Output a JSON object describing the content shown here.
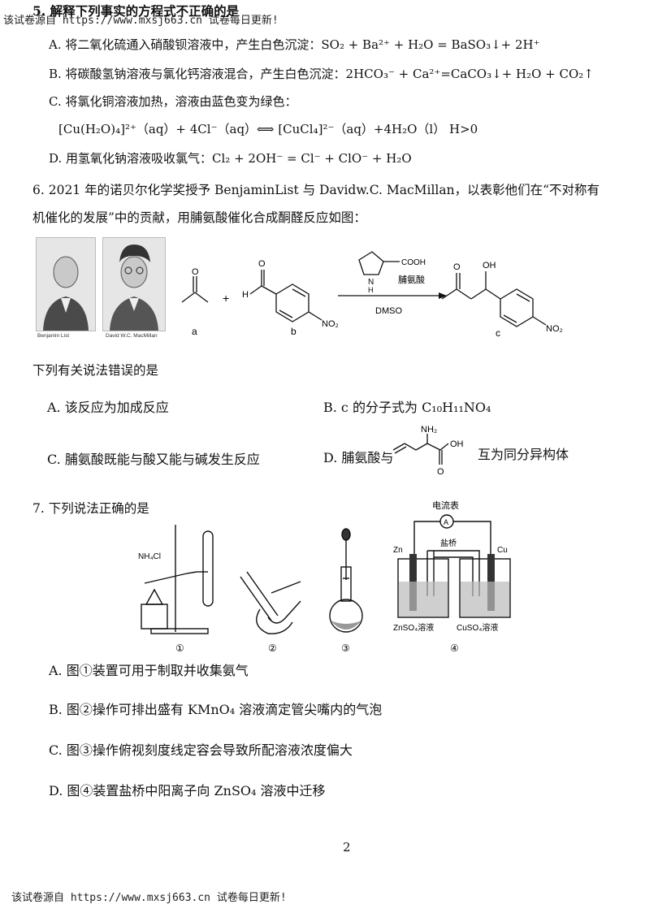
{
  "watermark_top": "该试卷源自 https://www.mxsj663.cn 试卷每日更新!",
  "watermark_bottom": "该试卷源自 https://www.mxsj663.cn 试卷每日更新!",
  "page_number": "2",
  "q5": {
    "title": "5. 解释下列事实的方程式不正确的是",
    "options": {
      "A": "A. 将二氧化硫通入硝酸钡溶液中，产生白色沉淀：SO₂ + Ba²⁺ + H₂O = BaSO₃↓+ 2H⁺",
      "B": "B. 将碳酸氢钠溶液与氯化钙溶液混合，产生白色沉淀：2HCO₃⁻ + Ca²⁺=CaCO₃↓+ H₂O + CO₂↑",
      "C": "C. 将氯化铜溶液加热，溶液由蓝色变为绿色：",
      "C_eq": "[Cu(H₂O)₄]²⁺（aq）+ 4Cl⁻（aq）⟺ [CuCl₄]²⁻（aq）+4H₂O（l）  H>0",
      "D": "D. 用氢氧化钠溶液吸收氯气：Cl₂ + 2OH⁻ = Cl⁻ + ClO⁻ + H₂O"
    }
  },
  "q6": {
    "title_line1": "6. 2021 年的诺贝尔化学奖授予 BenjaminList 与 Davidw.C. MacMillan，以表彰他们在“不对称有",
    "title_line2": "机催化的发展”中的贡献，用脯氨酸催化合成酮醛反应如图：",
    "photo1_caption": "Benjamin List",
    "photo2_caption": "David W.C. MacMillan",
    "label_a": "a",
    "label_b": "b",
    "label_c": "c",
    "reagent_cooh": "COOH",
    "reagent_nh": "N",
    "reagent_h": "H",
    "reagent_name": "脯氨酸",
    "solvent": "DMSO",
    "no2": "NO₂",
    "h": "H",
    "o": "O",
    "oh": "OH",
    "stem": "下列有关说法错误的是",
    "options": {
      "A": "A. 该反应为加成反应",
      "B": "B. c 的分子式为 C₁₀H₁₁NO₄",
      "C": "C. 脯氨酸既能与酸又能与碱发生反应",
      "D_pre": "D. 脯氨酸与",
      "D_post": "互为同分异构体",
      "D_nh2": "NH₂",
      "D_oh": "OH",
      "D_o": "O"
    }
  },
  "q7": {
    "title": "7. 下列说法正确的是",
    "fig_labels": [
      "①",
      "②",
      "③",
      "④"
    ],
    "nh4cl": "NH₄Cl",
    "ammeter": "电流表",
    "ammeter_symbol": "A",
    "salt_bridge": "盐桥",
    "zn": "Zn",
    "cu": "Cu",
    "znso4": "ZnSO₄溶液",
    "cuso4": "CuSO₄溶液",
    "options": {
      "A": "A. 图①装置可用于制取并收集氨气",
      "B": "B. 图②操作可排出盛有 KMnO₄ 溶液滴定管尖嘴内的气泡",
      "C": "C. 图③操作俯视刻度线定容会导致所配溶液浓度偏大",
      "D": "D. 图④装置盐桥中阳离子向 ZnSO₄ 溶液中迁移"
    }
  }
}
